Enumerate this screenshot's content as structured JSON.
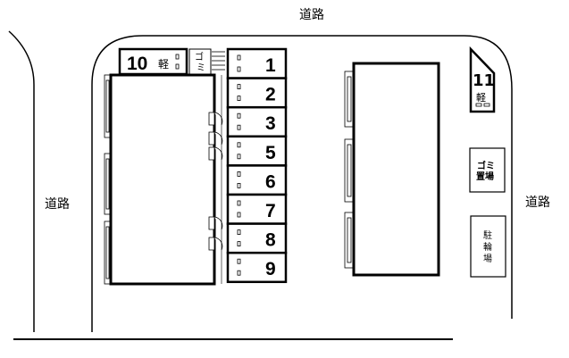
{
  "road_labels": {
    "top": "道路",
    "left": "道路",
    "right": "道路"
  },
  "parking_slots": [
    {
      "number": "1"
    },
    {
      "number": "2"
    },
    {
      "number": "3"
    },
    {
      "number": "5"
    },
    {
      "number": "6"
    },
    {
      "number": "7"
    },
    {
      "number": "8"
    },
    {
      "number": "9"
    }
  ],
  "slot_10": {
    "number": "10",
    "tag": "軽"
  },
  "slot_11": {
    "number": "11",
    "tag": "軽"
  },
  "garbage_small": {
    "label_1": "ゴ",
    "label_2": "ミ"
  },
  "garbage_area": {
    "line_1": "ゴミ",
    "line_2": "置場"
  },
  "bicycle_parking": {
    "line_1": "駐",
    "line_2": "輪",
    "line_3": "場"
  }
}
